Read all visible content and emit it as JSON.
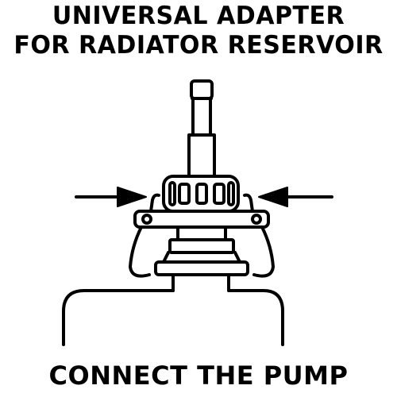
{
  "title": {
    "line1": "UNIVERSAL ADAPTER",
    "line2": "FOR RADIATOR RESERVOIR"
  },
  "caption": "CONNECT THE PUMP",
  "colors": {
    "ink": "#000000",
    "background": "#ffffff"
  }
}
